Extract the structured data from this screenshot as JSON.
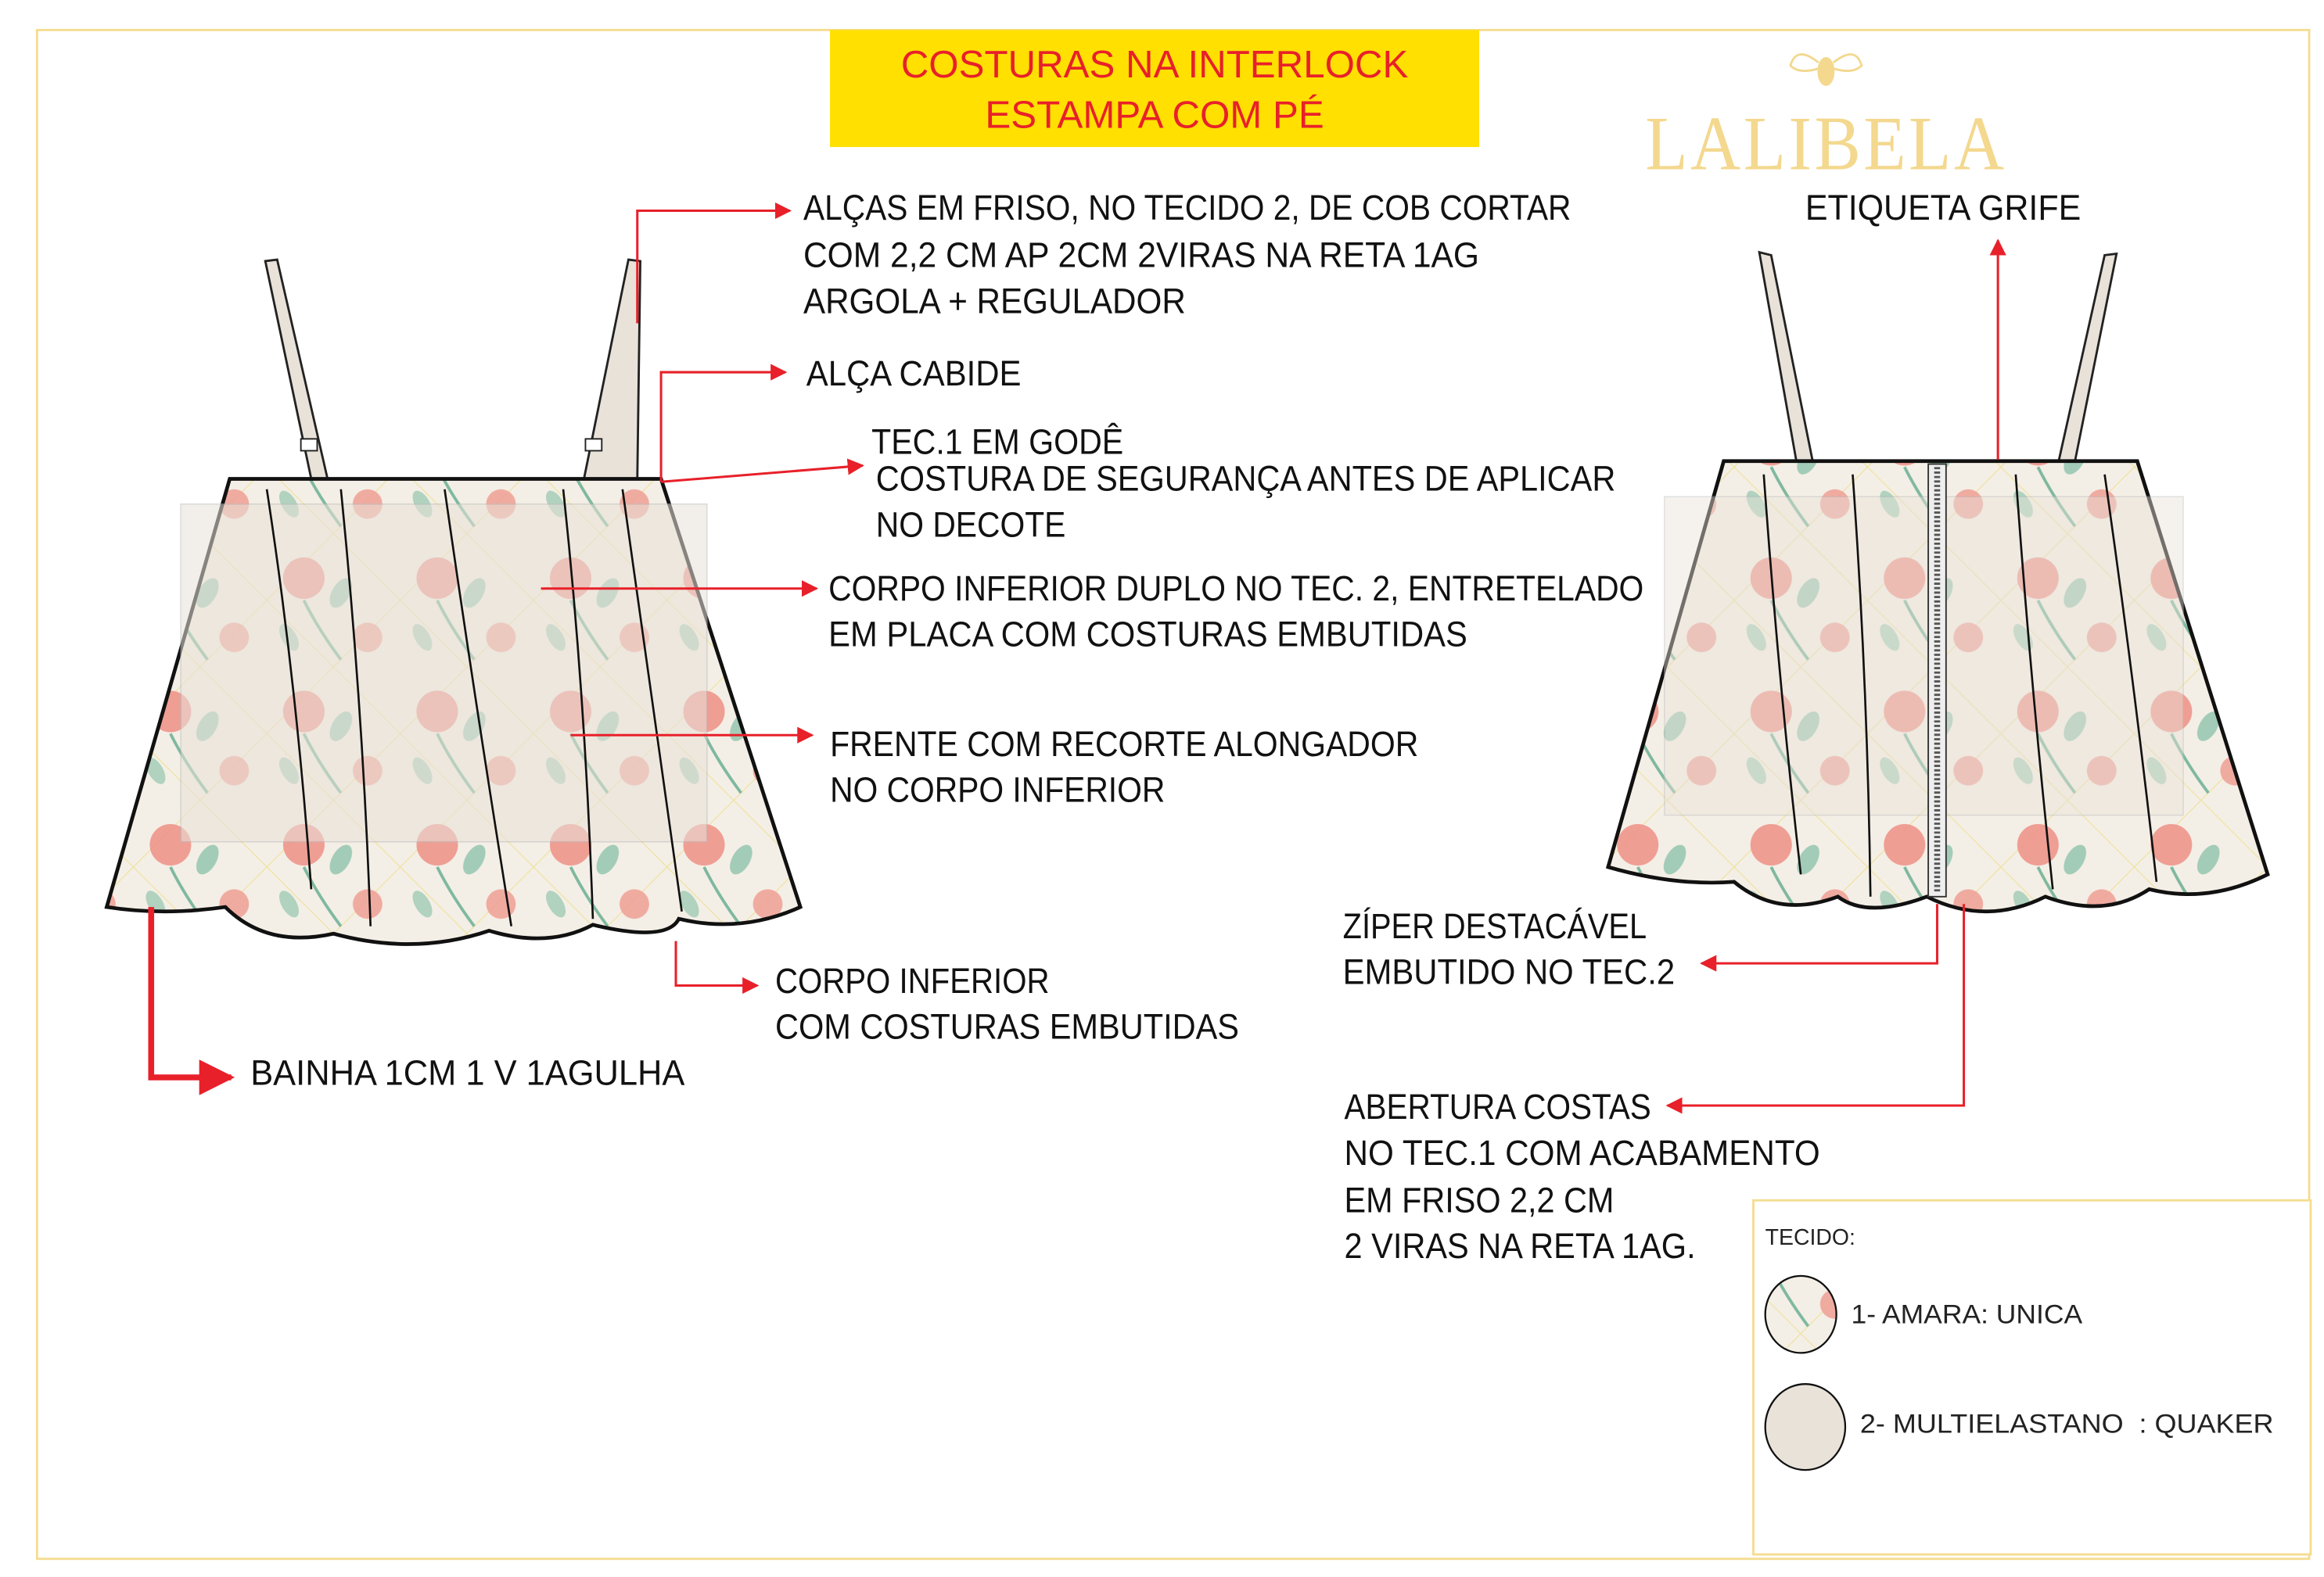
{
  "header": {
    "title_lines": [
      "COSTURAS NA INTERLOCK",
      "ESTAMPA COM PÉ"
    ],
    "brand": "LALIBELA",
    "brand_label": "ETIQUETA GRIFE"
  },
  "front_notes": {
    "straps": [
      "ALÇAS EM FRISO, NO TECIDO 2, DE COB CORTAR",
      "COM 2,2 CM AP 2CM 2VIRAS NA RETA 1AG",
      "ARGOLA + REGULADOR"
    ],
    "hanger": [
      "ALÇA CABIDE"
    ],
    "neckline": [
      "TEC.1 EM GODÊ",
      "COSTURA DE SEGURANÇA ANTES DE APLICAR",
      "NO DECOTE"
    ],
    "lower_body": [
      "CORPO INFERIOR DUPLO NO TEC. 2, ENTRETELADO",
      "EM PLACA COM COSTURAS EMBUTIDAS"
    ],
    "front_panel": [
      "FRENTE COM RECORTE ALONGADOR",
      "NO CORPO INFERIOR"
    ],
    "lower_seams": [
      "CORPO INFERIOR",
      "COM COSTURAS EMBUTIDAS"
    ],
    "hem": [
      "BAINHA 1CM 1 V 1AGULHA"
    ]
  },
  "back_notes": {
    "zipper": [
      "ZÍPER DESTACÁVEL",
      "EMBUTIDO NO TEC.2"
    ],
    "opening": [
      "ABERTURA COSTAS",
      "NO TEC.1 COM ACABAMENTO",
      "EM FRISO 2,2 CM",
      "2 VIRAS NA RETA 1AG."
    ]
  },
  "legend": {
    "title": "TECIDO:",
    "items": [
      {
        "label": "1- AMARA: UNICA",
        "swatch": "floral-print"
      },
      {
        "label": "2- MULTIELASTANO  : QUAKER",
        "swatch": "#e9e2d9"
      }
    ]
  },
  "colors": {
    "accent": "#e8202a",
    "title_bg": "#ffe000",
    "border": "#f5dc90",
    "fabric2": "#e9e2d9",
    "flower": "#ef8f86",
    "leaf": "#8fc3ad"
  }
}
